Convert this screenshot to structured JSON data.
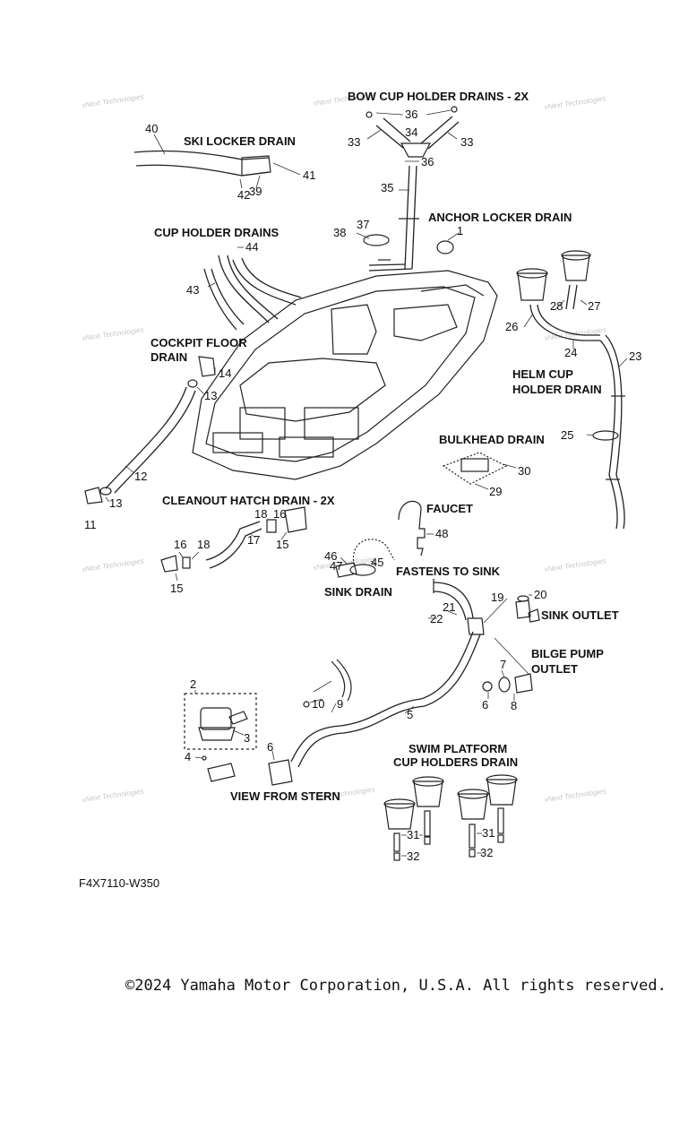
{
  "watermark": "vNext Technologies",
  "labels": {
    "bow_cup_holder_drains": "BOW CUP HOLDER DRAINS - 2X",
    "ski_locker_drain": "SKI LOCKER DRAIN",
    "anchor_locker_drain": "ANCHOR LOCKER DRAIN",
    "cup_holder_drains": "CUP HOLDER DRAINS",
    "cockpit_floor_drain_1": "COCKPIT FLOOR",
    "cockpit_floor_drain_2": "DRAIN",
    "helm_cup_holder_drain_1": "HELM CUP",
    "helm_cup_holder_drain_2": "HOLDER DRAIN",
    "bulkhead_drain": "BULKHEAD DRAIN",
    "cleanout_hatch_drain": "CLEANOUT HATCH DRAIN - 2X",
    "faucet": "FAUCET",
    "fastens_to_sink": "FASTENS TO SINK",
    "sink_drain": "SINK DRAIN",
    "sink_outlet": "SINK OUTLET",
    "bilge_pump_outlet_1": "BILGE PUMP",
    "bilge_pump_outlet_2": "OUTLET",
    "swim_platform_1": "SWIM PLATFORM",
    "swim_platform_2": "CUP HOLDERS DRAIN",
    "view_from_stern": "VIEW FROM STERN"
  },
  "callouts": {
    "n1": "1",
    "n2": "2",
    "n3": "3",
    "n4": "4",
    "n5": "5",
    "n6a": "6",
    "n6b": "6",
    "n7": "7",
    "n8": "8",
    "n9": "9",
    "n10": "10",
    "n11": "11",
    "n12": "12",
    "n13a": "13",
    "n13b": "13",
    "n14": "14",
    "n15a": "15",
    "n15b": "15",
    "n16a": "16",
    "n16b": "16",
    "n17": "17",
    "n18a": "18",
    "n18b": "18",
    "n19": "19",
    "n20": "20",
    "n21": "21",
    "n22": "22",
    "n23": "23",
    "n24": "24",
    "n25": "25",
    "n26": "26",
    "n27": "27",
    "n28": "28",
    "n29": "29",
    "n30": "30",
    "n31a": "31",
    "n31b": "31",
    "n32a": "32",
    "n32b": "32",
    "n33a": "33",
    "n33b": "33",
    "n34": "34",
    "n35": "35",
    "n36a": "36",
    "n36b": "36",
    "n37": "37",
    "n38": "38",
    "n39": "39",
    "n40": "40",
    "n41": "41",
    "n42": "42",
    "n43": "43",
    "n44": "44",
    "n45": "45",
    "n46": "46",
    "n47": "47",
    "n48": "48"
  },
  "figure_code": "F4X7110-W350",
  "copyright": "©2024 Yamaha Motor Corporation, U.S.A. All rights reserved."
}
